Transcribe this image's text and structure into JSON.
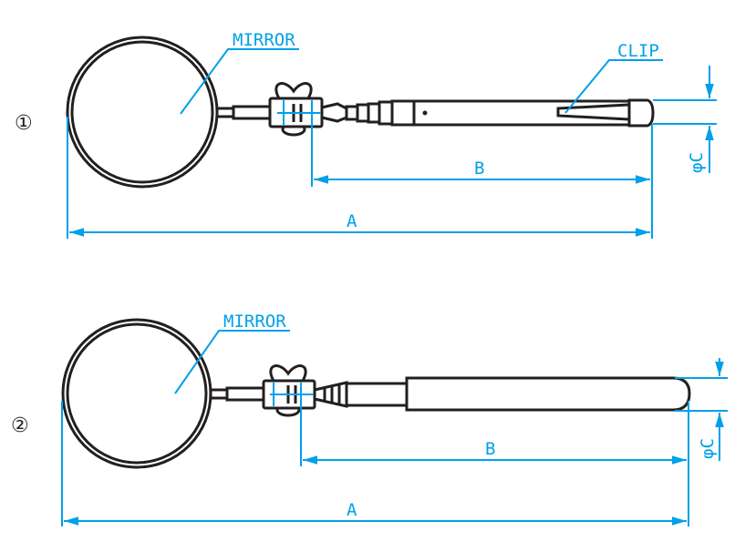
{
  "figure_1": {
    "number": "①",
    "mirror_label": "MIRROR",
    "clip_label": "CLIP",
    "dim_a": "A",
    "dim_b": "B",
    "dim_c": "φC"
  },
  "figure_2": {
    "number": "②",
    "mirror_label": "MIRROR",
    "dim_a": "A",
    "dim_b": "B",
    "dim_c": "φC"
  },
  "colors": {
    "dimension": "#00a0e9",
    "outline": "#231f20"
  }
}
